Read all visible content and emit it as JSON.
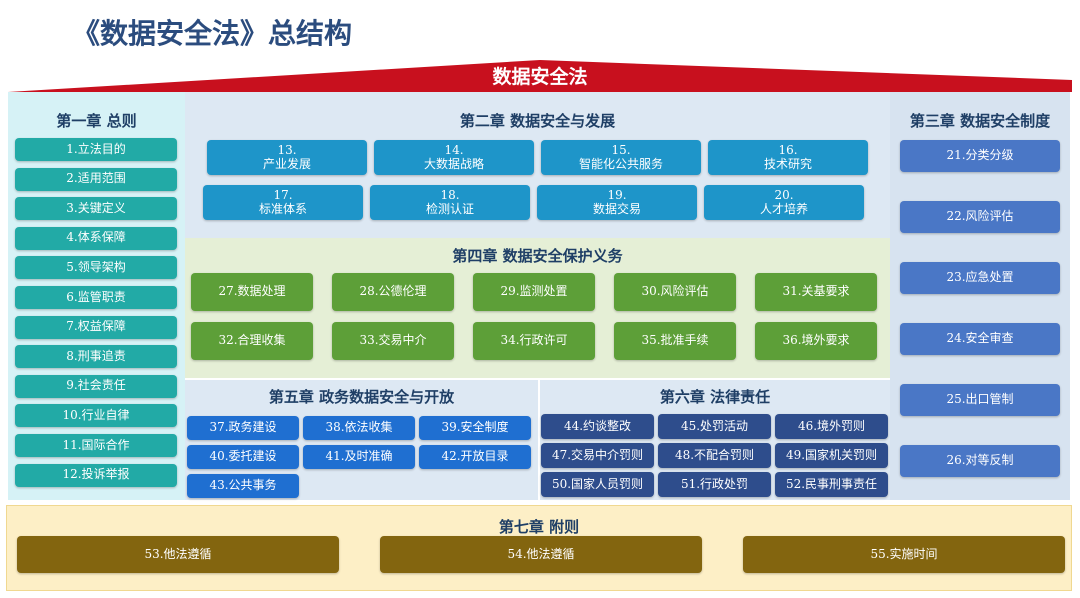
{
  "title": "《数据安全法》总结构",
  "roof": {
    "label": "数据安全法",
    "color": "#c8101e"
  },
  "colors": {
    "ch1": "#22aaa6",
    "ch2": "#1e95c9",
    "ch3": "#4a77c6",
    "ch4": "#5d9f38",
    "ch5": "#1f6fd1",
    "ch6": "#2e4d8c",
    "ch7": "#83650f"
  },
  "ch1": {
    "title": "第一章 总则",
    "items": [
      "1.立法目的",
      "2.适用范围",
      "3.关键定义",
      "4.体系保障",
      "5.领导架构",
      "6.监管职责",
      "7.权益保障",
      "8.刑事追责",
      "9.社会责任",
      "10.行业自律",
      "11.国际合作",
      "12.投诉举报"
    ]
  },
  "ch2": {
    "title": "第二章 数据安全与发展",
    "items": [
      [
        "13.",
        "产业发展"
      ],
      [
        "14.",
        "大数据战略"
      ],
      [
        "15.",
        "智能化公共服务"
      ],
      [
        "16.",
        "技术研究"
      ],
      [
        "17.",
        "标准体系"
      ],
      [
        "18.",
        "检测认证"
      ],
      [
        "19.",
        "数据交易"
      ],
      [
        "20.",
        "人才培养"
      ]
    ]
  },
  "ch3": {
    "title": "第三章 数据安全制度",
    "items": [
      "21.分类分级",
      "22.风险评估",
      "23.应急处置",
      "24.安全审查",
      "25.出口管制",
      "26.对等反制"
    ]
  },
  "ch4": {
    "title": "第四章 数据安全保护义务",
    "items": [
      "27.数据处理",
      "28.公德伦理",
      "29.监测处置",
      "30.风险评估",
      "31.关基要求",
      "32.合理收集",
      "33.交易中介",
      "34.行政许可",
      "35.批准手续",
      "36.境外要求"
    ]
  },
  "ch5": {
    "title": "第五章 政务数据安全与开放",
    "items": [
      "37.政务建设",
      "38.依法收集",
      "39.安全制度",
      "40.委托建设",
      "41.及时准确",
      "42.开放目录",
      "43.公共事务"
    ]
  },
  "ch6": {
    "title": "第六章 法律责任",
    "items": [
      "44.约谈整改",
      "45.处罚活动",
      "46.境外罚则",
      "47.交易中介罚则",
      "48.不配合罚则",
      "49.国家机关罚则",
      "50.国家人员罚则",
      "51.行政处罚",
      "52.民事刑事责任"
    ]
  },
  "ch7": {
    "title": "第七章 附则",
    "items": [
      "53.他法遵循",
      "54.他法遵循",
      "55.实施时间"
    ]
  }
}
